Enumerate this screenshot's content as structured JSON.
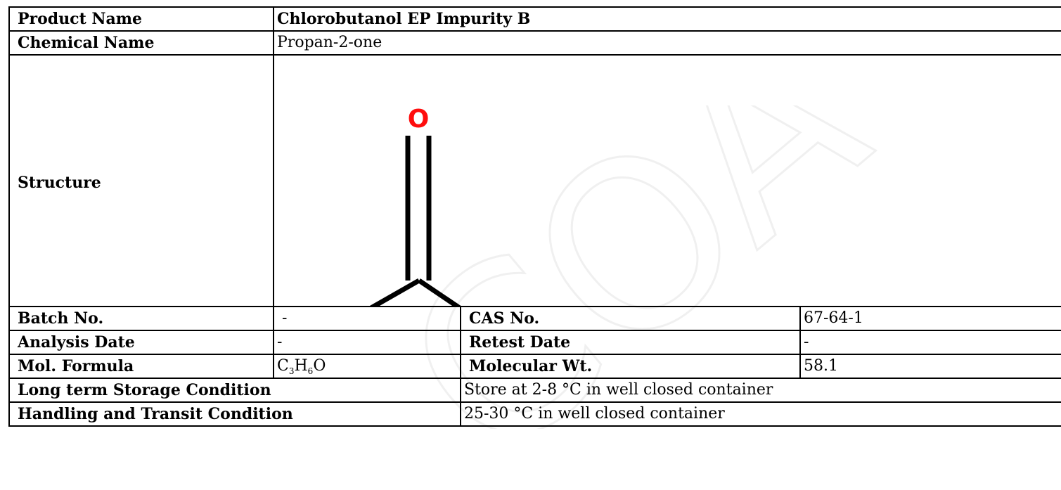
{
  "watermark": "COA",
  "product": {
    "label": "Product Name",
    "value": "Chlorobutanol EP Impurity B"
  },
  "chemical": {
    "label": "Chemical Name",
    "value": "Propan-2-one"
  },
  "structure": {
    "label": "Structure",
    "oxygen_label": "O",
    "oxygen_color": "#ff0d0d"
  },
  "batch": {
    "label": "Batch No.",
    "value": "-"
  },
  "cas": {
    "label": "CAS No.",
    "value": "67-64-1"
  },
  "analysis": {
    "label": "Analysis Date",
    "value": "-"
  },
  "retest": {
    "label": "Retest Date",
    "value": "-"
  },
  "formula": {
    "label": "Mol. Formula",
    "c": "C",
    "c_sub": "3",
    "h": "H",
    "h_sub": "6",
    "o": "O"
  },
  "mw": {
    "label": "Molecular Wt.",
    "value": "58.1"
  },
  "storage": {
    "label": "Long term Storage Condition",
    "value": "Store at 2-8 °C in well closed container"
  },
  "handling": {
    "label": "Handling and Transit Condition",
    "value": "25-30 °C in well closed container"
  }
}
